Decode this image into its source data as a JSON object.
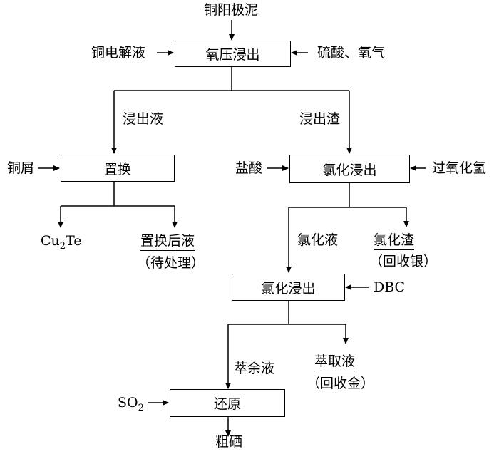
{
  "diagram": {
    "input_top": "铜阳极泥",
    "step1": {
      "label": "氧压浸出",
      "left_input": "铜电解液",
      "right_input": "硫酸、氧气"
    },
    "branch1": {
      "left": "浸出液",
      "right": "浸出渣"
    },
    "step2": {
      "label": "置换",
      "left_input": "铜屑"
    },
    "step2_outputs": {
      "left_main": "Cu",
      "left_sub": "2",
      "left_tail": "Te",
      "right": "置换后液",
      "right_note": "（待处理）"
    },
    "step3": {
      "label": "氯化浸出",
      "left_input": "盐酸",
      "right_input": "过氧化氢"
    },
    "branch3": {
      "left": "氯化液",
      "right": "氯化渣",
      "right_note": "（回收银）"
    },
    "step4": {
      "label": "氯化浸出",
      "right_input": "DBC"
    },
    "branch4": {
      "left": "萃余液",
      "right": "萃取液",
      "right_note": "（回收金）"
    },
    "step5": {
      "label": "还原",
      "left_input_main": "SO",
      "left_input_sub": "2"
    },
    "output_bottom": "粗硒"
  }
}
